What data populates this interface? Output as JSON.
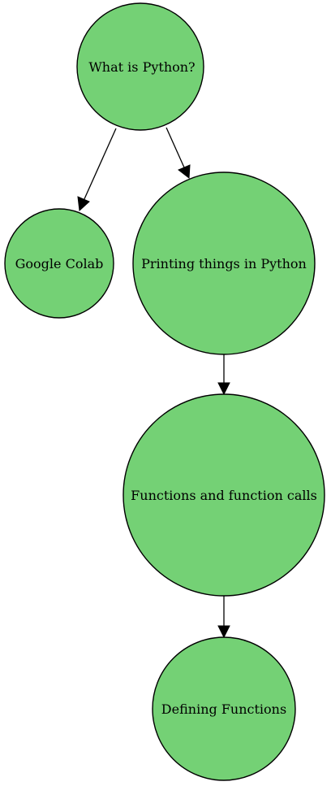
{
  "diagram": {
    "colors": {
      "node_fill": "#74d175",
      "node_stroke": "#000000",
      "edge": "#000000",
      "background": "#ffffff"
    },
    "nodes": [
      {
        "id": "what-is-python",
        "label": "What is Python?"
      },
      {
        "id": "google-colab",
        "label": "Google Colab"
      },
      {
        "id": "printing-things",
        "label": "Printing things in Python"
      },
      {
        "id": "functions-calls",
        "label": "Functions and function calls"
      },
      {
        "id": "defining-functions",
        "label": "Defining Functions"
      }
    ],
    "edges": [
      {
        "from": "what-is-python",
        "to": "google-colab"
      },
      {
        "from": "what-is-python",
        "to": "printing-things"
      },
      {
        "from": "printing-things",
        "to": "functions-calls"
      },
      {
        "from": "functions-calls",
        "to": "defining-functions"
      }
    ]
  }
}
